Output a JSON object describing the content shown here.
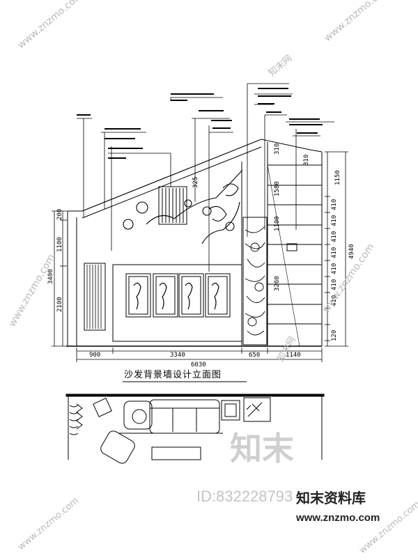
{
  "elevation": {
    "title": "沙发背景墙设计立面图",
    "bottom_dims": [
      "900",
      "3340",
      "650",
      "1140"
    ],
    "total_width": "6030",
    "left_dims_outer": [
      "3400"
    ],
    "left_dims_inner": [
      "200",
      "1100",
      "2100"
    ],
    "right_dims_outer": [
      "4940"
    ],
    "right_dims_inner": [
      "1150",
      "410",
      "410",
      "410",
      "410",
      "410",
      "410",
      "410",
      "120"
    ],
    "stair_dims": [
      "310",
      "310",
      "1580",
      "1100",
      "3260"
    ],
    "small_dim": "325"
  },
  "watermark": {
    "brand_big": "知末",
    "id_label": "ID:832228793",
    "brand_name": "知末资料库",
    "url": "www.znzmo.com",
    "diagonal": "www.znzmo.com",
    "diagonal_cn": "知末网"
  }
}
